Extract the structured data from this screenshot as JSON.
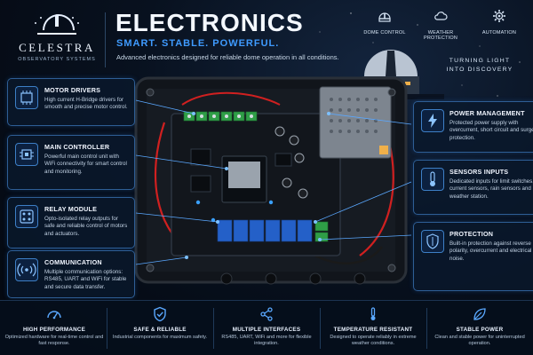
{
  "brand": {
    "name": "CELESTRA",
    "sub": "OBSERVATORY SYSTEMS"
  },
  "header": {
    "title": "ELECTRONICS",
    "subtitle": "SMART. STABLE. POWERFUL.",
    "description": "Advanced electronics designed for reliable dome operation in all conditions."
  },
  "top_features": [
    {
      "label": "DOME CONTROL",
      "icon": "dome-icon"
    },
    {
      "label": "WEATHER PROTECTION",
      "icon": "cloud-icon"
    },
    {
      "label": "AUTOMATION",
      "icon": "gear-icon"
    }
  ],
  "tagline": {
    "line1": "TURNING LIGHT",
    "line2": "INTO DISCOVERY"
  },
  "left_cards": [
    {
      "title": "MOTOR DRIVERS",
      "desc": "High current H-Bridge drivers for smooth and precise motor control.",
      "icon": "motor-driver-icon"
    },
    {
      "title": "MAIN CONTROLLER",
      "desc": "Powerful main control unit with WiFi connectivity for smart control and monitoring.",
      "icon": "chip-icon"
    },
    {
      "title": "RELAY MODULE",
      "desc": "Opto-isolated relay outputs for safe and reliable control of motors and actuators.",
      "icon": "relay-icon"
    },
    {
      "title": "COMMUNICATION",
      "desc": "Multiple communication options: RS485, UART and WiFi for stable and secure data transfer.",
      "icon": "antenna-icon"
    }
  ],
  "right_cards": [
    {
      "title": "POWER MANAGEMENT",
      "desc": "Protected power supply with overcurrent, short circuit and surge protection.",
      "icon": "lightning-icon"
    },
    {
      "title": "SENSORS INPUTS",
      "desc": "Dedicated inputs for limit switches, current sensors, rain sensors and weather station.",
      "icon": "thermometer-icon"
    },
    {
      "title": "PROTECTION",
      "desc": "Built-in protection against reverse polarity, overcurrent and electrical noise.",
      "icon": "shield-icon"
    }
  ],
  "bottom_features": [
    {
      "title": "HIGH PERFORMANCE",
      "desc": "Optimized hardware for real-time control and fast response.",
      "icon": "gauge-icon"
    },
    {
      "title": "SAFE & RELIABLE",
      "desc": "Industrial components for maximum safety.",
      "icon": "shield-check-icon"
    },
    {
      "title": "MULTIPLE INTERFACES",
      "desc": "RS485, UART, WiFi and more for flexible integration.",
      "icon": "share-icon"
    },
    {
      "title": "TEMPERATURE RESISTANT",
      "desc": "Designed to operate reliably in extreme weather conditions.",
      "icon": "thermometer-icon"
    },
    {
      "title": "STABLE POWER",
      "desc": "Clean and stable power for uninterrupted operation.",
      "icon": "leaf-icon"
    }
  ],
  "colors": {
    "accent": "#3f9bff",
    "background": "#050b16",
    "card_border": "#2e5e95",
    "pcb": "#12161c",
    "relay": "#2460c8",
    "terminal": "#2f9e47"
  }
}
